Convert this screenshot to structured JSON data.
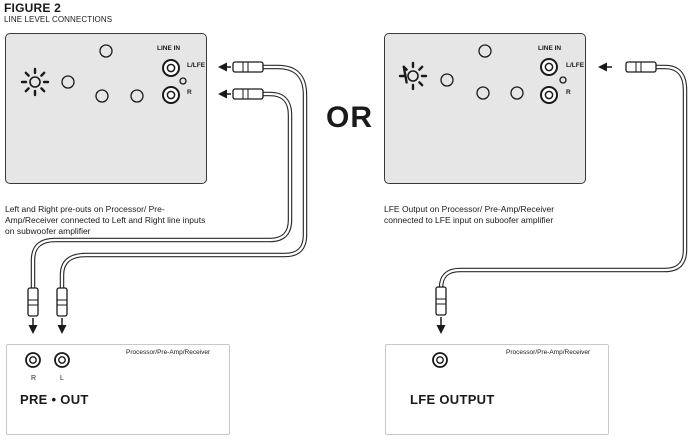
{
  "figure": {
    "title": "FIGURE 2",
    "subtitle": "LINE LEVEL CONNECTIONS"
  },
  "left_diagram": {
    "amp_panel": {
      "input_header": "LINE IN",
      "input_left_label": "L/LFE",
      "input_right_label": "R"
    },
    "caption": "Left and Right pre-outs on Processor/ Pre-Amp/Receiver connected to Left and Right line inputs on subwoofer amplifier",
    "receiver_box": {
      "title": "Processor/Pre-Amp/Receiver",
      "jack_r_label": "R",
      "jack_l_label": "L",
      "output_label": "PRE • OUT"
    }
  },
  "separator": {
    "text": "OR"
  },
  "right_diagram": {
    "amp_panel": {
      "input_header": "LINE IN",
      "input_left_label": "L/LFE",
      "input_right_label": "R"
    },
    "caption": "LFE Output on Processor/ Pre-Amp/Receiver connected to LFE input on suboofer amplifier",
    "receiver_box": {
      "title": "Processor/Pre-Amp/Receiver",
      "output_label": "LFE OUTPUT"
    }
  },
  "colors": {
    "panel_fill": "#e6e6e6",
    "outline": "#3a3a3a",
    "cable": "#2b2b2b"
  },
  "icons": [
    "status-led-ring-icon",
    "rca-jack-icon",
    "rca-plug-icon",
    "arrow-icon"
  ]
}
